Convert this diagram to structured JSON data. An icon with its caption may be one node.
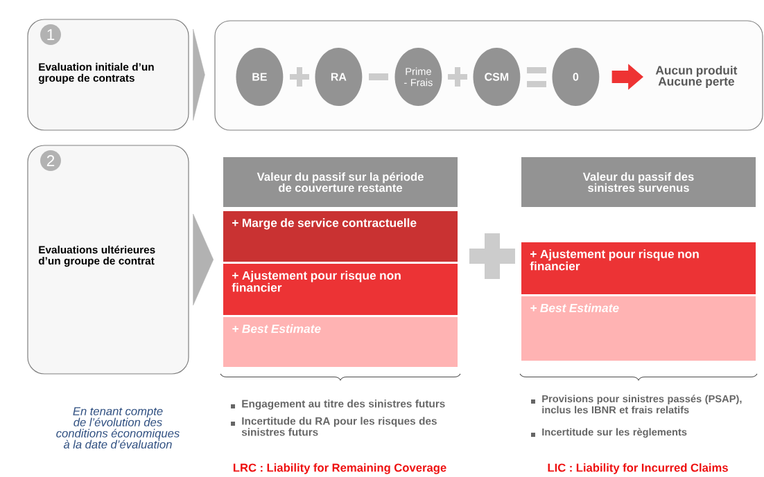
{
  "diagram": {
    "nodes": [
      {
        "text": [
          "1",
          "Evaluation initiale d’un groupe de contrats"
        ]
      },
      {
        "text": [],
        "shape": "box"
      },
      {
        "text": [
          "BE"
        ],
        "in": 1
      },
      {
        "text": [
          "RA"
        ],
        "in": 1
      },
      {
        "text": [
          "Prime - Frais"
        ],
        "in": 1
      },
      {
        "text": [
          "CSM"
        ],
        "in": 1
      },
      {
        "text": [
          "0"
        ],
        "in": 1
      },
      {
        "text": [
          "Aucun produit Aucune perte"
        ],
        "in": 1
      },
      {
        "text": [
          "2",
          "Evaluations ultérieures d’un groupe de contrat"
        ]
      },
      {
        "text": [
          "Valeur du passif sur la période de couverture restante"
        ]
      },
      {
        "text": [
          "+ Marge de service contractuelle"
        ]
      },
      {
        "text": [
          "+ Ajustement pour risque non financier"
        ]
      },
      {
        "text": [
          "+ Best Estimate"
        ]
      },
      {
        "text": [
          "Valeur du passif des sinistres survenus"
        ]
      },
      {
        "text": [
          "+ Ajustement pour risque non financier"
        ]
      },
      {
        "text": [
          "+ Best Estimate"
        ]
      }
    ],
    "edges": [
      {
        "from": 0,
        "to": 1,
        "arrow": "to"
      },
      {
        "from": 8,
        "to": 10,
        "arrow": "to"
      },
      {
        "from": 6,
        "to": 7,
        "arrow": "to",
        "color": "#ee3333"
      }
    ],
    "labels": [
      "En tenant compte de l’évolution des conditions économiques à la date d’évaluation",
      "Engagement au titre des sinistres futurs",
      "Incertitude du RA pour les risques des sinistres futurs",
      "LRC : Liability for Remaining Coverage",
      "Provisions pour sinistres passés (PSAP), inclus les IBNR et frais relatifs",
      "Incertitude sur les règlements",
      "LIC : Liability for Incurred Claims"
    ]
  }
}
